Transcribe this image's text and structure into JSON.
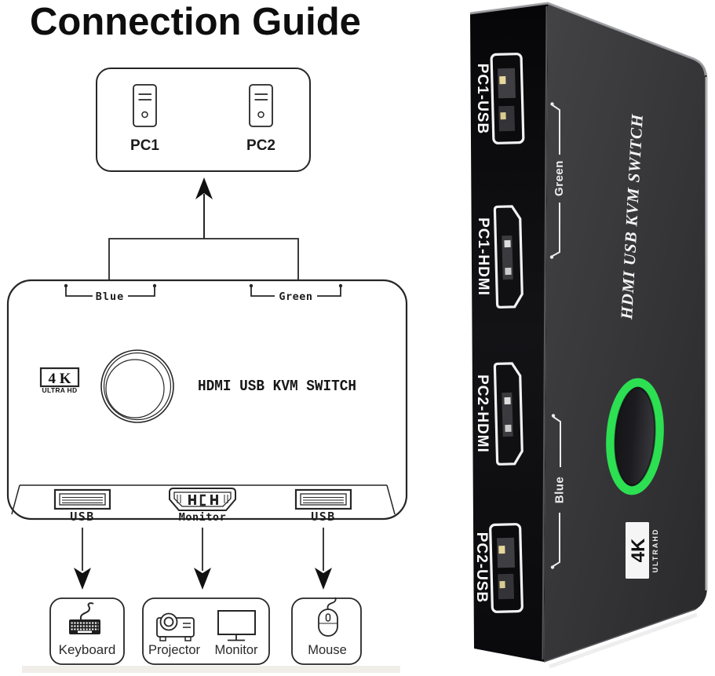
{
  "title": "Connection Guide",
  "colors": {
    "line": "#262626",
    "green_ring": "#2ce052",
    "device_face": "#3a3a3d",
    "device_side": "#0c0c0e",
    "label_white": "#f2f2f3"
  },
  "diagram": {
    "computers": [
      {
        "label": "PC1"
      },
      {
        "label": "PC2"
      }
    ],
    "cable_labels": {
      "blue": "Blue",
      "green": "Green"
    },
    "badge": {
      "k4": "4 K",
      "uhd": "ULTRA HD"
    },
    "switch_title": "HDMI USB KVM SWITCH",
    "bottom_ports": [
      "USB",
      "Monitor",
      "USB"
    ],
    "peripherals": [
      "Keyboard",
      "Projector",
      "Monitor",
      "Mouse"
    ]
  },
  "device": {
    "ports": [
      "PC1-USB",
      "PC1-HDMI",
      "PC2-HDMI",
      "PC2-USB"
    ],
    "cable_labels": {
      "green": "Green",
      "blue": "Blue"
    },
    "face_title": "HDMI USB KVM SWITCH",
    "badge": {
      "k4": "4K",
      "uhd": "ULTRAHD"
    }
  }
}
